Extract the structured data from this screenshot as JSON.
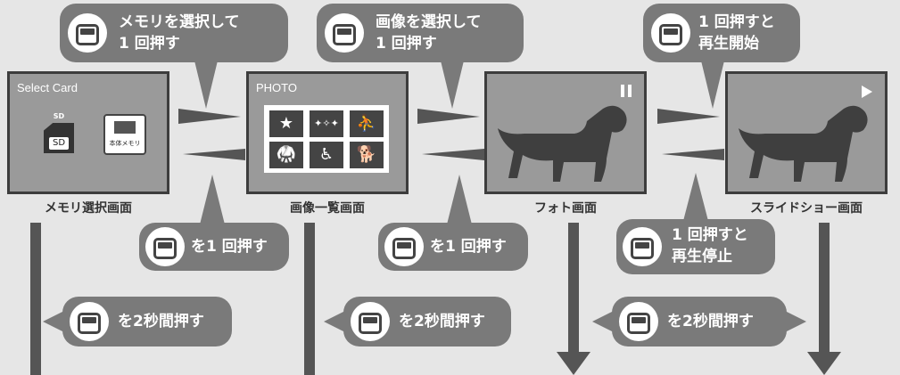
{
  "screens": [
    {
      "title": "Select Card",
      "caption": "メモリ選択画面"
    },
    {
      "title": "PHOTO",
      "caption": "画像一覧画面"
    },
    {
      "title": "",
      "caption": "フォト画面",
      "status_icon": "pause-icon"
    },
    {
      "title": "",
      "caption": "スライドショー画面",
      "status_icon": "play-icon"
    }
  ],
  "memory_icons": {
    "sd_top": "SD",
    "sd_main": "SD",
    "internal": "本体メモリ"
  },
  "bubbles_top": [
    {
      "text": "メモリを選択して\n1 回押す",
      "icon": "menu-button-icon"
    },
    {
      "text": "画像を選択して\n1 回押す",
      "icon": "enter-button-icon"
    },
    {
      "text": "1 回押すと\n再生開始",
      "icon": "enter-button-icon"
    }
  ],
  "bubbles_mid": [
    {
      "text": "を1 回押す",
      "icon": "power-return-button-icon"
    },
    {
      "text": "を1 回押す",
      "icon": "power-return-button-icon"
    },
    {
      "text": "1 回押すと\n再生停止",
      "icon": "power-return-button-icon"
    }
  ],
  "bubbles_bottom": [
    {
      "text": "を2秒間押す",
      "icon": "menu-button-icon"
    },
    {
      "text": "を2秒間押す",
      "icon": "enter-button-icon"
    },
    {
      "text": "を2秒間押す",
      "icon": "enter-button-icon"
    }
  ],
  "colors": {
    "background": "#e6e6e6",
    "bubble": "#7a7a7a",
    "screen": "#9a9a9a",
    "frame": "#3d3d3d",
    "dark": "#555555"
  }
}
